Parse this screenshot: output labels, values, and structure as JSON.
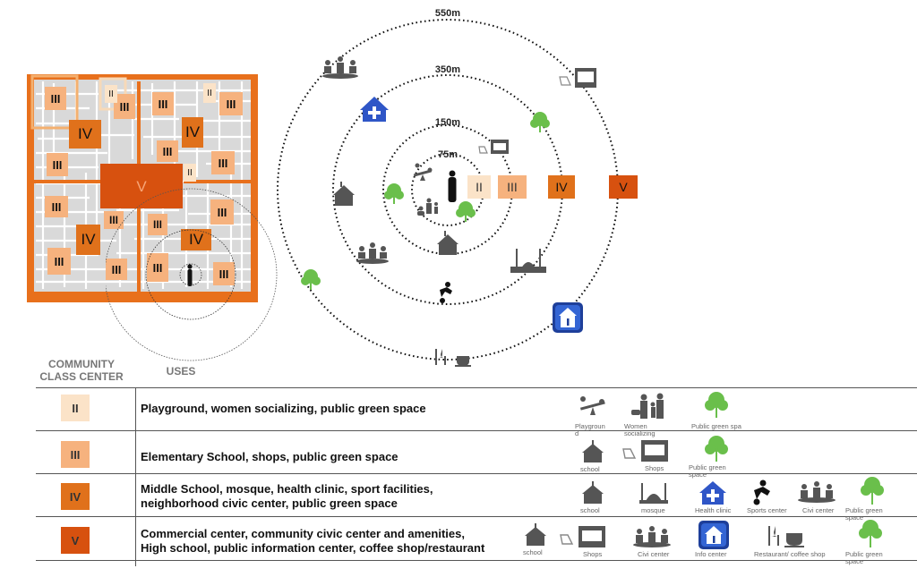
{
  "rings": {
    "r75": "75m",
    "r150": "150m",
    "r350": "350m",
    "r550": "550m"
  },
  "ring_classes": [
    "II",
    "III",
    "IV",
    "V"
  ],
  "plan": {
    "labels_III": [
      "III",
      "III",
      "III",
      "III",
      "III",
      "III",
      "III",
      "III",
      "III",
      "III",
      "III",
      "III"
    ],
    "labels_IV": [
      "IV",
      "IV",
      "IV",
      "IV"
    ],
    "labels_V": "V",
    "labels_II": [
      "II",
      "II",
      "II"
    ]
  },
  "table": {
    "header_class": "COMMUNITY\nCLASS CENTER",
    "header_uses": "USES",
    "rows": [
      {
        "class": "II",
        "uses": "Playground, women socializing, public green space",
        "icons": [
          "Playgroun d",
          "Women socializing",
          "Public green spa"
        ]
      },
      {
        "class": "III",
        "uses": "Elementary School, shops, public green space",
        "icons": [
          "school",
          "Shops",
          "Public green space"
        ]
      },
      {
        "class": "IV",
        "uses": "Middle School, mosque, health clinic, sport facilities,\nneighborhood civic center, public green space",
        "icons": [
          "school",
          "mosque",
          "Health clinic",
          "Sports center",
          "Civi center",
          "Public green space"
        ]
      },
      {
        "class": "V",
        "uses": "Commercial center, community civic center and amenities,\nHigh school, public information center, coffee shop/restaurant",
        "icons": [
          "school",
          "Shops",
          "Civi center",
          "Info center",
          "Restaurant/ coffee shop",
          "Public green space"
        ]
      }
    ]
  },
  "colors": {
    "class_II": "#fbe3c8",
    "class_III": "#f6b27e",
    "class_IV": "#e0711b",
    "class_V": "#d7510f",
    "green": "#6abf4b",
    "blue": "#2f56c7"
  }
}
